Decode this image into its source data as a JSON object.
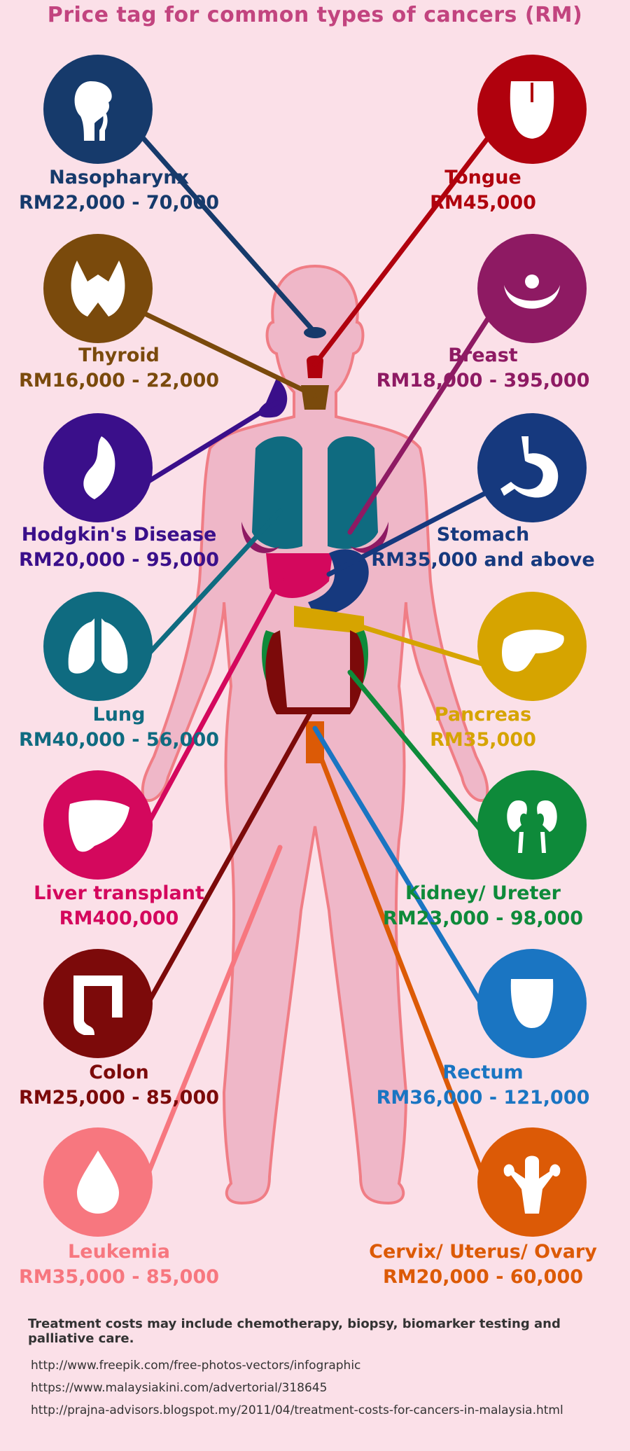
{
  "title": "Price tag for common types of cancers (RM)",
  "cancers": [
    {
      "name": "Nasopharynx",
      "price": "RM22,000 - 70,000",
      "color": "#163a6b",
      "icon": "nasopharynx-icon"
    },
    {
      "name": "Tongue",
      "price": "RM45,000",
      "color": "#b0010d",
      "icon": "tongue-icon"
    },
    {
      "name": "Thyroid",
      "price": "RM16,000 - 22,000",
      "color": "#7a4a0c",
      "icon": "thyroid-icon"
    },
    {
      "name": "Breast",
      "price": "RM18,000 - 395,000",
      "color": "#8e1a63",
      "icon": "breast-icon"
    },
    {
      "name": "Hodgkin's Disease",
      "price": "RM20,000 - 95,000",
      "color": "#3a0f8a",
      "icon": "lymph-node-icon"
    },
    {
      "name": "Stomach",
      "price": "RM35,000 and above",
      "color": "#16397e",
      "icon": "stomach-icon"
    },
    {
      "name": "Lung",
      "price": "RM40,000 - 56,000",
      "color": "#0f6b80",
      "icon": "lungs-icon"
    },
    {
      "name": "Pancreas",
      "price": "RM35,000",
      "color": "#d6a400",
      "icon": "pancreas-icon"
    },
    {
      "name": "Liver transplant",
      "price": "RM400,000",
      "color": "#d4085d",
      "icon": "liver-icon"
    },
    {
      "name": "Kidney/ Ureter",
      "price": "RM23,000 - 98,000",
      "color": "#0e8a3a",
      "icon": "kidneys-icon"
    },
    {
      "name": "Colon",
      "price": "RM25,000 - 85,000",
      "color": "#7c0a0a",
      "icon": "colon-icon"
    },
    {
      "name": "Rectum",
      "price": "RM36,000 - 121,000",
      "color": "#1a75c2",
      "icon": "rectum-icon"
    },
    {
      "name": "Leukemia",
      "price": "RM35,000 - 85,000",
      "color": "#f7777f",
      "icon": "blood-drop-icon"
    },
    {
      "name": "Cervix/ Uterus/ Ovary",
      "price": "RM20,000 - 60,000",
      "color": "#dc5a06",
      "icon": "uterus-icon"
    }
  ],
  "footnote": "Treatment costs may include chemotherapy, biopsy, biomarker testing and palliative care.",
  "sources": [
    "http://www.freepik.com/free-photos-vectors/infographic",
    "https://www.malaysiakini.com/advertorial/318645",
    "http://prajna-advisors.blogspot.my/2011/04/treatment-costs-for-cancers-in-malaysia.html"
  ]
}
